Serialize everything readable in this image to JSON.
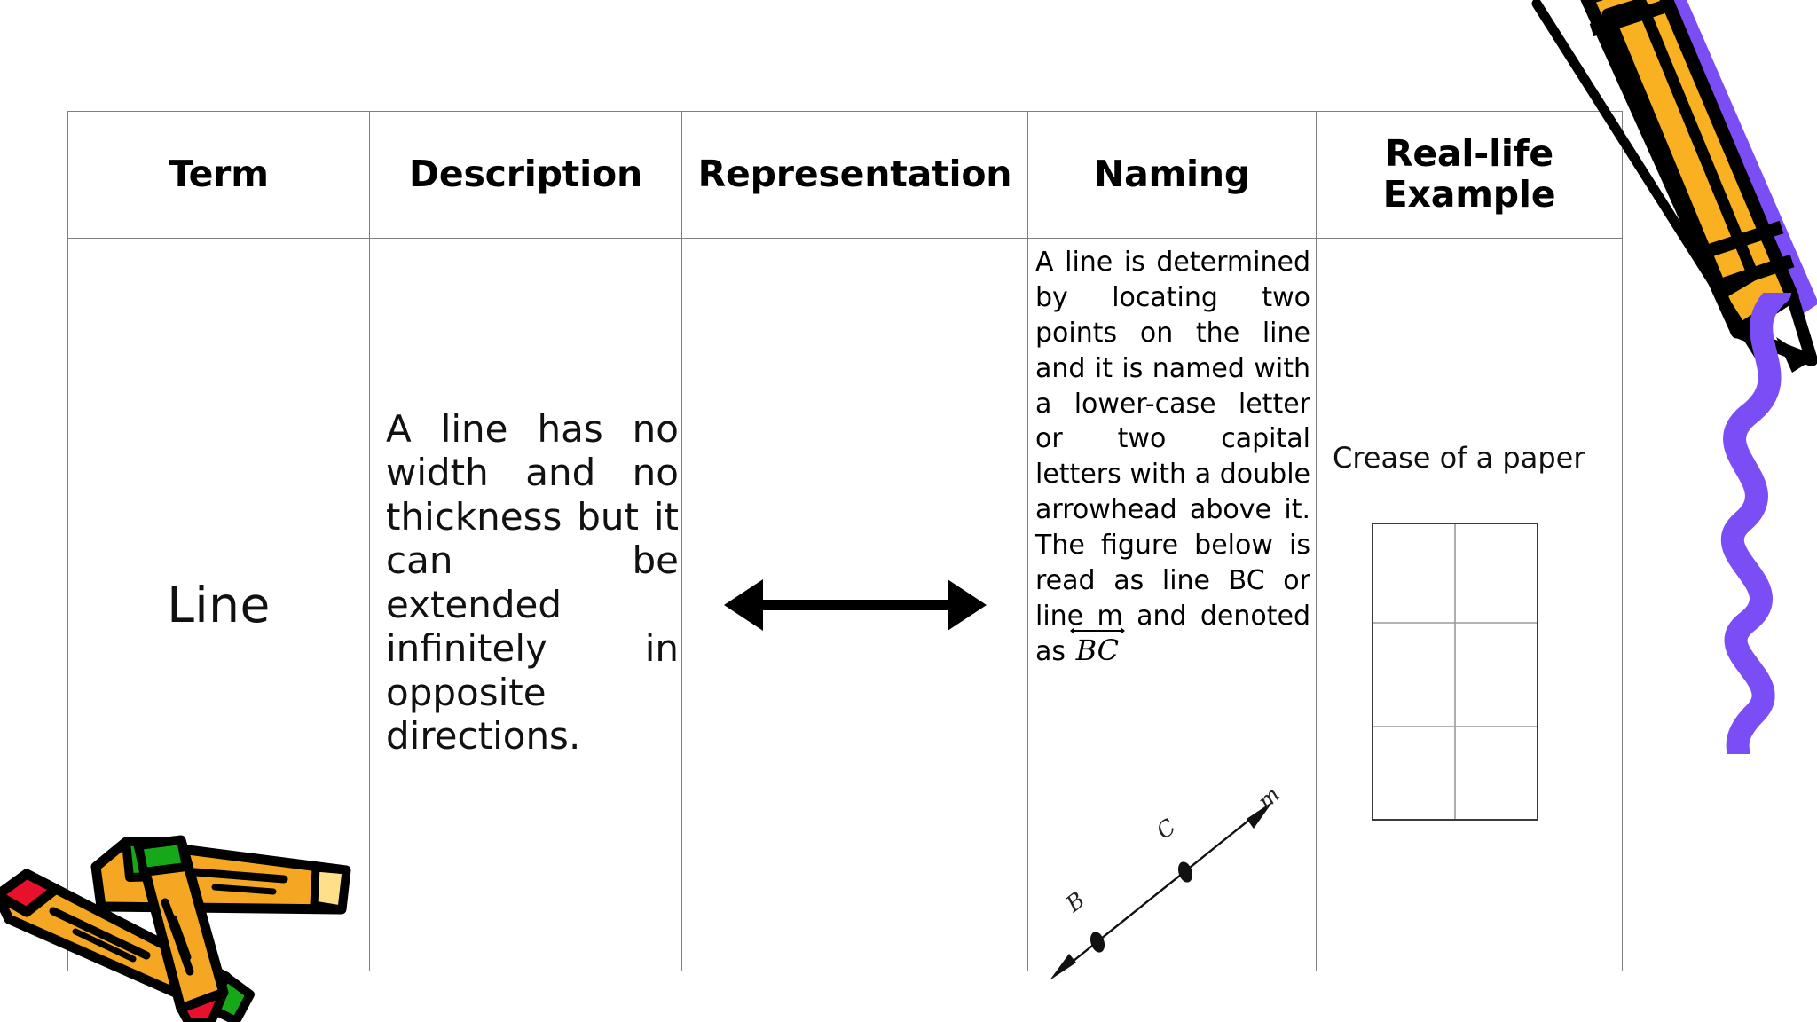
{
  "table": {
    "headers": [
      {
        "label": "Term"
      },
      {
        "label": "Description"
      },
      {
        "label": "Representation"
      },
      {
        "label": "Naming"
      },
      {
        "label": "Real-life Example",
        "line1": "Real-life",
        "line2": "Example"
      }
    ],
    "rows": [
      {
        "term": "Line",
        "description": "A line has no width and no thickness but it can be extended infinitely in opposite directions.",
        "representation": {
          "icon": "double-headed-arrow",
          "alt": "double-headed horizontal arrow"
        },
        "naming": {
          "paragraph": "A line is determined by locating two points on the line and it is named with a lower-case letter or two capital letters with a double arrowhead above it. The figure below is read as line BC or line m and denoted as",
          "notation": "BC",
          "figure": {
            "type": "hand-drawn-line",
            "point_labels": [
              "B",
              "C"
            ],
            "line_label": "m",
            "arrowheads": "both-ends"
          }
        },
        "real_life": {
          "caption": "Crease of a paper",
          "figure": {
            "type": "folded-paper",
            "vertical_creases": 1,
            "horizontal_creases": 2
          }
        }
      }
    ]
  },
  "decorations": {
    "bottom_left": {
      "name": "crossed-pencils-clipart",
      "colors": [
        "#F5A623",
        "#FFC845",
        "#E8102A",
        "#17A81A",
        "#000000"
      ]
    },
    "top_right": {
      "name": "large-pencil-clipart",
      "colors": [
        "#F9B122",
        "#7B4DF5",
        "#000000"
      ]
    },
    "right_edge": {
      "name": "purple-squiggle-line",
      "color": "#7B4DF5"
    }
  },
  "colors": {
    "border": "#808080",
    "text": "#000000",
    "background": "#FFFFFF",
    "accent_purple": "#7B4DF5",
    "accent_orange": "#F9B122"
  }
}
